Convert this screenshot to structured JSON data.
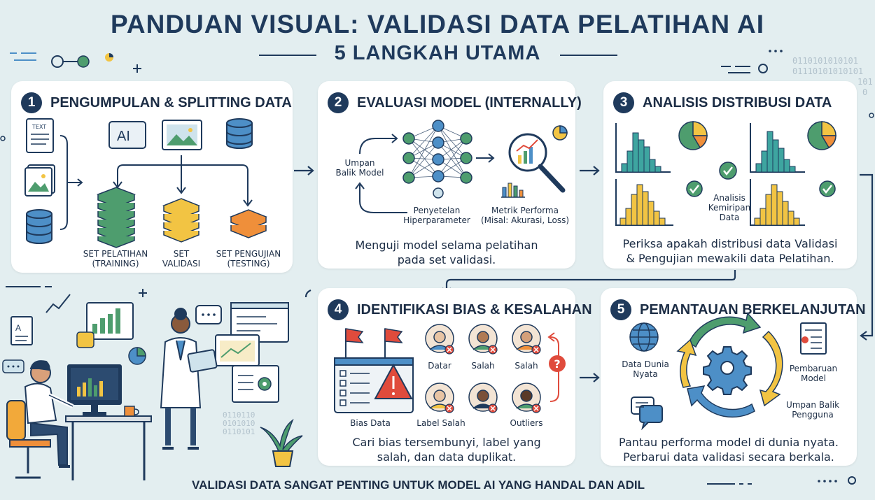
{
  "title": "PANDUAN VISUAL: VALIDASI DATA PELATIHAN AI",
  "subtitle": "5 LANGKAH UTAMA",
  "footer": "VALIDASI DATA SANGAT PENTING UNTUK MODEL AI YANG HANDAL DAN ADIL",
  "decor": {
    "binary_top": [
      "0110101010101",
      "01110101010101",
      "101",
      "0"
    ],
    "binary_desk": [
      "0110110",
      "0101010",
      "0110101"
    ]
  },
  "steps": [
    {
      "number": "1",
      "title": "PENGUMPULAN & SPLITTING DATA",
      "icons": {
        "text_doc": "TEXT",
        "ai_card": "AI"
      },
      "sets": [
        {
          "label_line1": "SET PELATIHAN",
          "label_line2": "(TRAINING)",
          "color": "#4e9d6e"
        },
        {
          "label_line1": "SET",
          "label_line2": "VALIDASI",
          "color": "#f2c443"
        },
        {
          "label_line1": "SET PENGUJIAN",
          "label_line2": "(TESTING)",
          "color": "#ef8f3a"
        }
      ]
    },
    {
      "number": "2",
      "title": "EVALUASI MODEL (INTERNALLY)",
      "feedback": [
        "Umpan",
        "Balik Model"
      ],
      "tuning": [
        "Penyetelan",
        "Hiperparameter"
      ],
      "metrics": [
        "Metrik Performa",
        "(Misal: Akurasi, Loss)"
      ],
      "description": [
        "Menguji model selama pelatihan",
        "pada set validasi."
      ]
    },
    {
      "number": "3",
      "title": "ANALISIS DISTRIBUSI DATA",
      "similarity": [
        "Analisis",
        "Kemiripan",
        "Data"
      ],
      "description": [
        "Periksa apakah distribusi data Validasi",
        "& Pengujian mewakili data Pelatihan."
      ]
    },
    {
      "number": "4",
      "title": "IDENTIFIKASI BIAS & KESALAHAN",
      "person_labels_top": [
        "Datar",
        "Salah",
        "Salah"
      ],
      "bottom_labels": [
        "Bias Data",
        "Label Salah",
        "Outliers"
      ],
      "question": "?",
      "description": [
        "Cari bias tersembunyi, label yang",
        "salah, dan data duplikat."
      ]
    },
    {
      "number": "5",
      "title": "PEMANTAUAN BERKELANJUTAN",
      "real_data": [
        "Data Dunia",
        "Nyata"
      ],
      "update_model": [
        "Pembaruan",
        "Model"
      ],
      "user_feedback": [
        "Umpan Balik",
        "Pengguna"
      ],
      "description": [
        "Pantau performa model di dunia nyata.",
        "Perbarui data validasi secara berkala."
      ]
    }
  ],
  "colors": {
    "navy": "#1f3a5c",
    "green": "#4e9d6e",
    "yellow": "#f2c443",
    "orange": "#ef8f3a",
    "red": "#e04b3c",
    "blue": "#4d8fc7",
    "background": "#e3eef0"
  }
}
